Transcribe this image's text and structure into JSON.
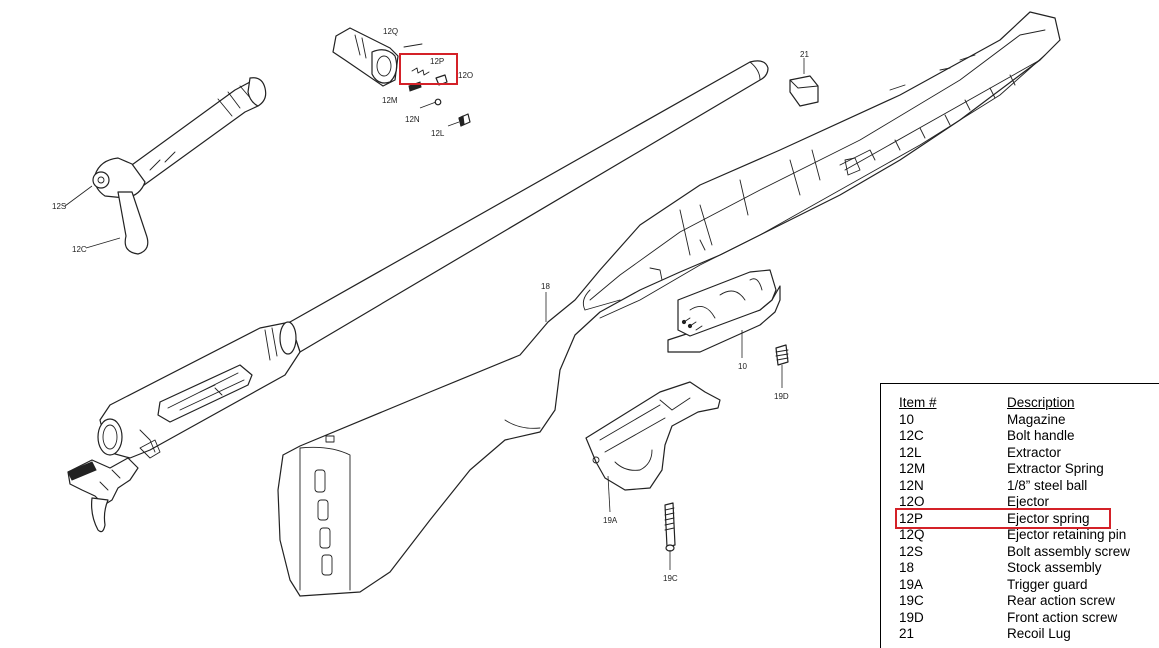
{
  "callouts": {
    "c12Q": "12Q",
    "c12P": "12P",
    "c12O": "12O",
    "c12M": "12M",
    "c12N": "12N",
    "c12L": "12L",
    "c12S": "12S",
    "c12C": "12C",
    "c21": "21",
    "c18": "18",
    "c10": "10",
    "c19D": "19D",
    "c19A": "19A",
    "c19C": "19C"
  },
  "legend": {
    "header_item": "Item #",
    "header_desc": "Description",
    "rows": [
      {
        "item": "10",
        "desc": "Magazine"
      },
      {
        "item": "12C",
        "desc": "Bolt handle"
      },
      {
        "item": "12L",
        "desc": "Extractor"
      },
      {
        "item": "12M",
        "desc": "Extractor Spring"
      },
      {
        "item": "12N",
        "desc": "1/8” steel ball"
      },
      {
        "item": "12O",
        "desc": "Ejector"
      },
      {
        "item": "12P",
        "desc": "Ejector spring"
      },
      {
        "item": "12Q",
        "desc": "Ejector retaining pin"
      },
      {
        "item": "12S",
        "desc": "Bolt assembly screw"
      },
      {
        "item": "18",
        "desc": "Stock assembly"
      },
      {
        "item": "19A",
        "desc": "Trigger guard"
      },
      {
        "item": "19C",
        "desc": "Rear action screw"
      },
      {
        "item": "19D",
        "desc": "Front action screw"
      },
      {
        "item": "21",
        "desc": "Recoil Lug"
      }
    ]
  },
  "highlight_color": "#d42128",
  "highlighted_item": "12P"
}
